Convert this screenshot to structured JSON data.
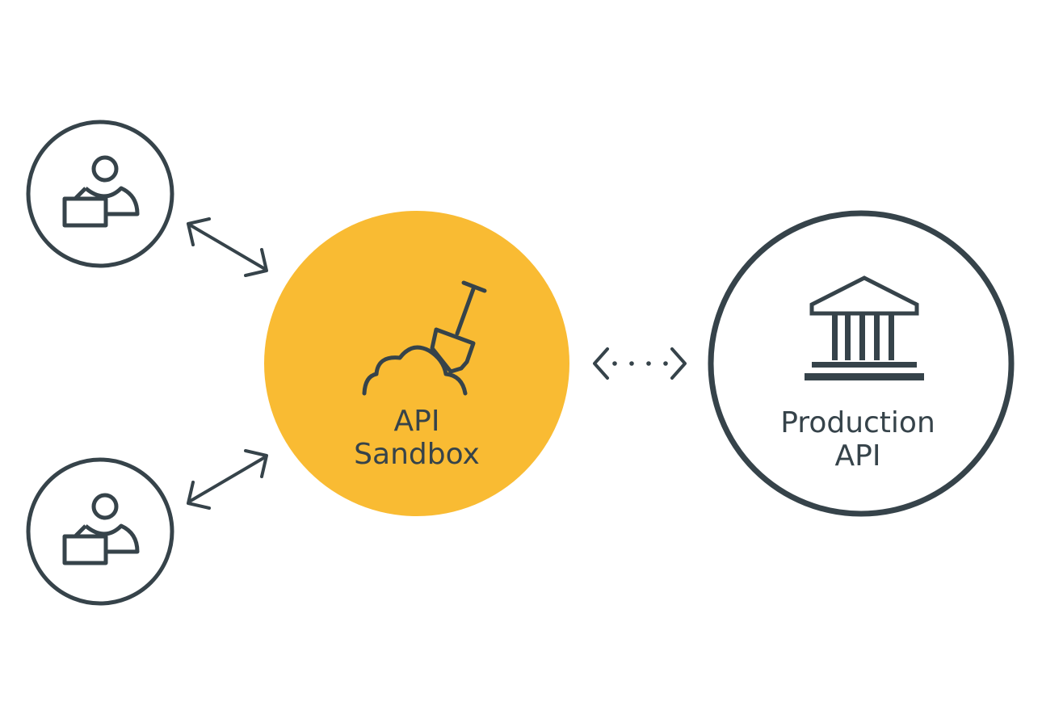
{
  "colors": {
    "stroke": "#36434a",
    "sandbox_fill": "#f9bb33",
    "background": "#ffffff"
  },
  "nodes": {
    "developer_top": {
      "icon": "developer-laptop-icon"
    },
    "developer_bottom": {
      "icon": "developer-laptop-icon"
    },
    "sandbox": {
      "icon": "shovel-sand-icon",
      "label_line1": "API",
      "label_line2": "Sandbox"
    },
    "production": {
      "icon": "bank-building-icon",
      "label_line1": "Production",
      "label_line2": "API"
    }
  },
  "edges": [
    {
      "from": "developer_top",
      "to": "sandbox",
      "style": "solid",
      "direction": "both"
    },
    {
      "from": "developer_bottom",
      "to": "sandbox",
      "style": "solid",
      "direction": "both"
    },
    {
      "from": "sandbox",
      "to": "production",
      "style": "dotted",
      "direction": "both"
    }
  ]
}
